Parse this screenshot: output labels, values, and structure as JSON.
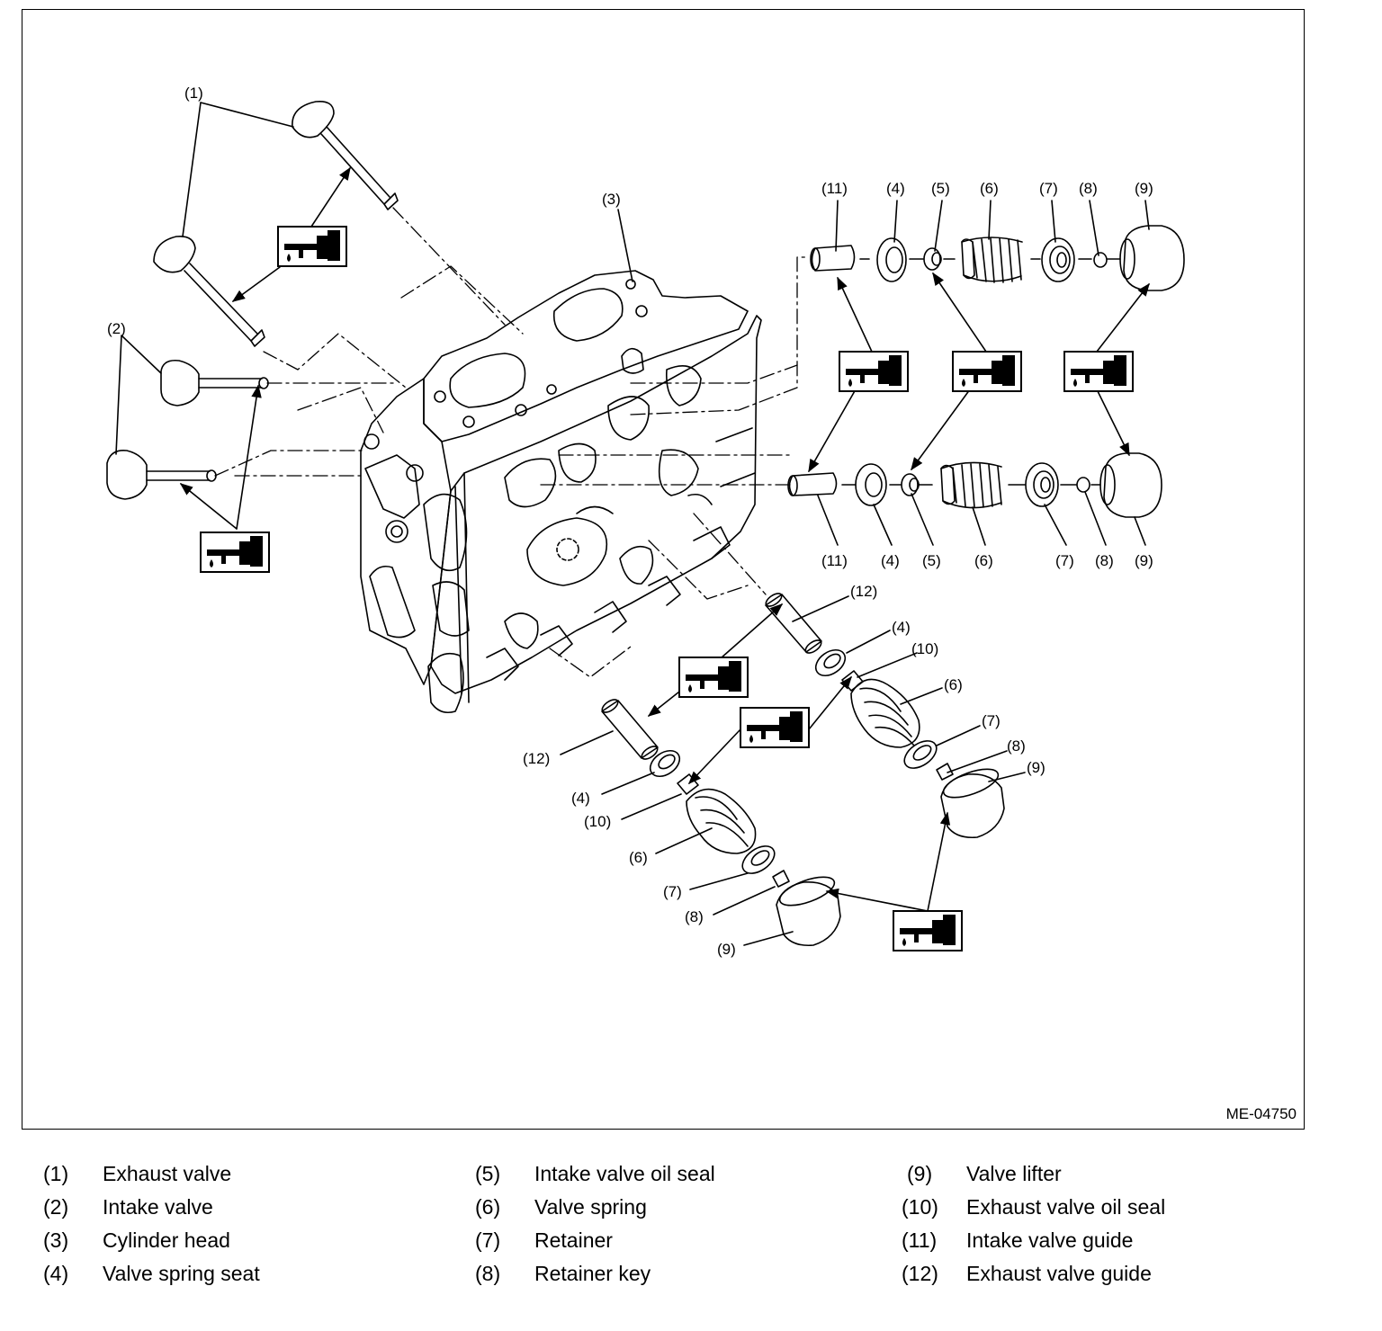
{
  "figure": {
    "code": "ME-04750",
    "callouts": {
      "c1": "(1)",
      "c2": "(2)",
      "c3": "(3)",
      "t11": "(11)",
      "t4": "(4)",
      "t5": "(5)",
      "t6": "(6)",
      "t7": "(7)",
      "t8": "(8)",
      "t9": "(9)",
      "m11": "(11)",
      "m4": "(4)",
      "m5": "(5)",
      "m6": "(6)",
      "m7": "(7)",
      "m8": "(8)",
      "m9": "(9)",
      "r12": "(12)",
      "r4": "(4)",
      "r10": "(10)",
      "r6": "(6)",
      "r7": "(7)",
      "r8": "(8)",
      "r9": "(9)",
      "l12": "(12)",
      "l4": "(4)",
      "l10": "(10)",
      "l6": "(6)",
      "l7": "(7)",
      "l8": "(8)",
      "l9": "(9)"
    },
    "oil_symbol_icon": "oil-can-icon"
  },
  "legend": [
    {
      "num": "(1)",
      "label": "Exhaust valve"
    },
    {
      "num": "(2)",
      "label": "Intake valve"
    },
    {
      "num": "(3)",
      "label": "Cylinder head"
    },
    {
      "num": "(4)",
      "label": "Valve spring seat"
    },
    {
      "num": "(5)",
      "label": "Intake valve oil seal"
    },
    {
      "num": "(6)",
      "label": "Valve spring"
    },
    {
      "num": "(7)",
      "label": "Retainer"
    },
    {
      "num": "(8)",
      "label": "Retainer key"
    },
    {
      "num": "(9)",
      "label": "Valve lifter"
    },
    {
      "num": "(10)",
      "label": "Exhaust valve oil seal"
    },
    {
      "num": "(11)",
      "label": "Intake valve guide"
    },
    {
      "num": "(12)",
      "label": "Exhaust valve guide"
    }
  ]
}
